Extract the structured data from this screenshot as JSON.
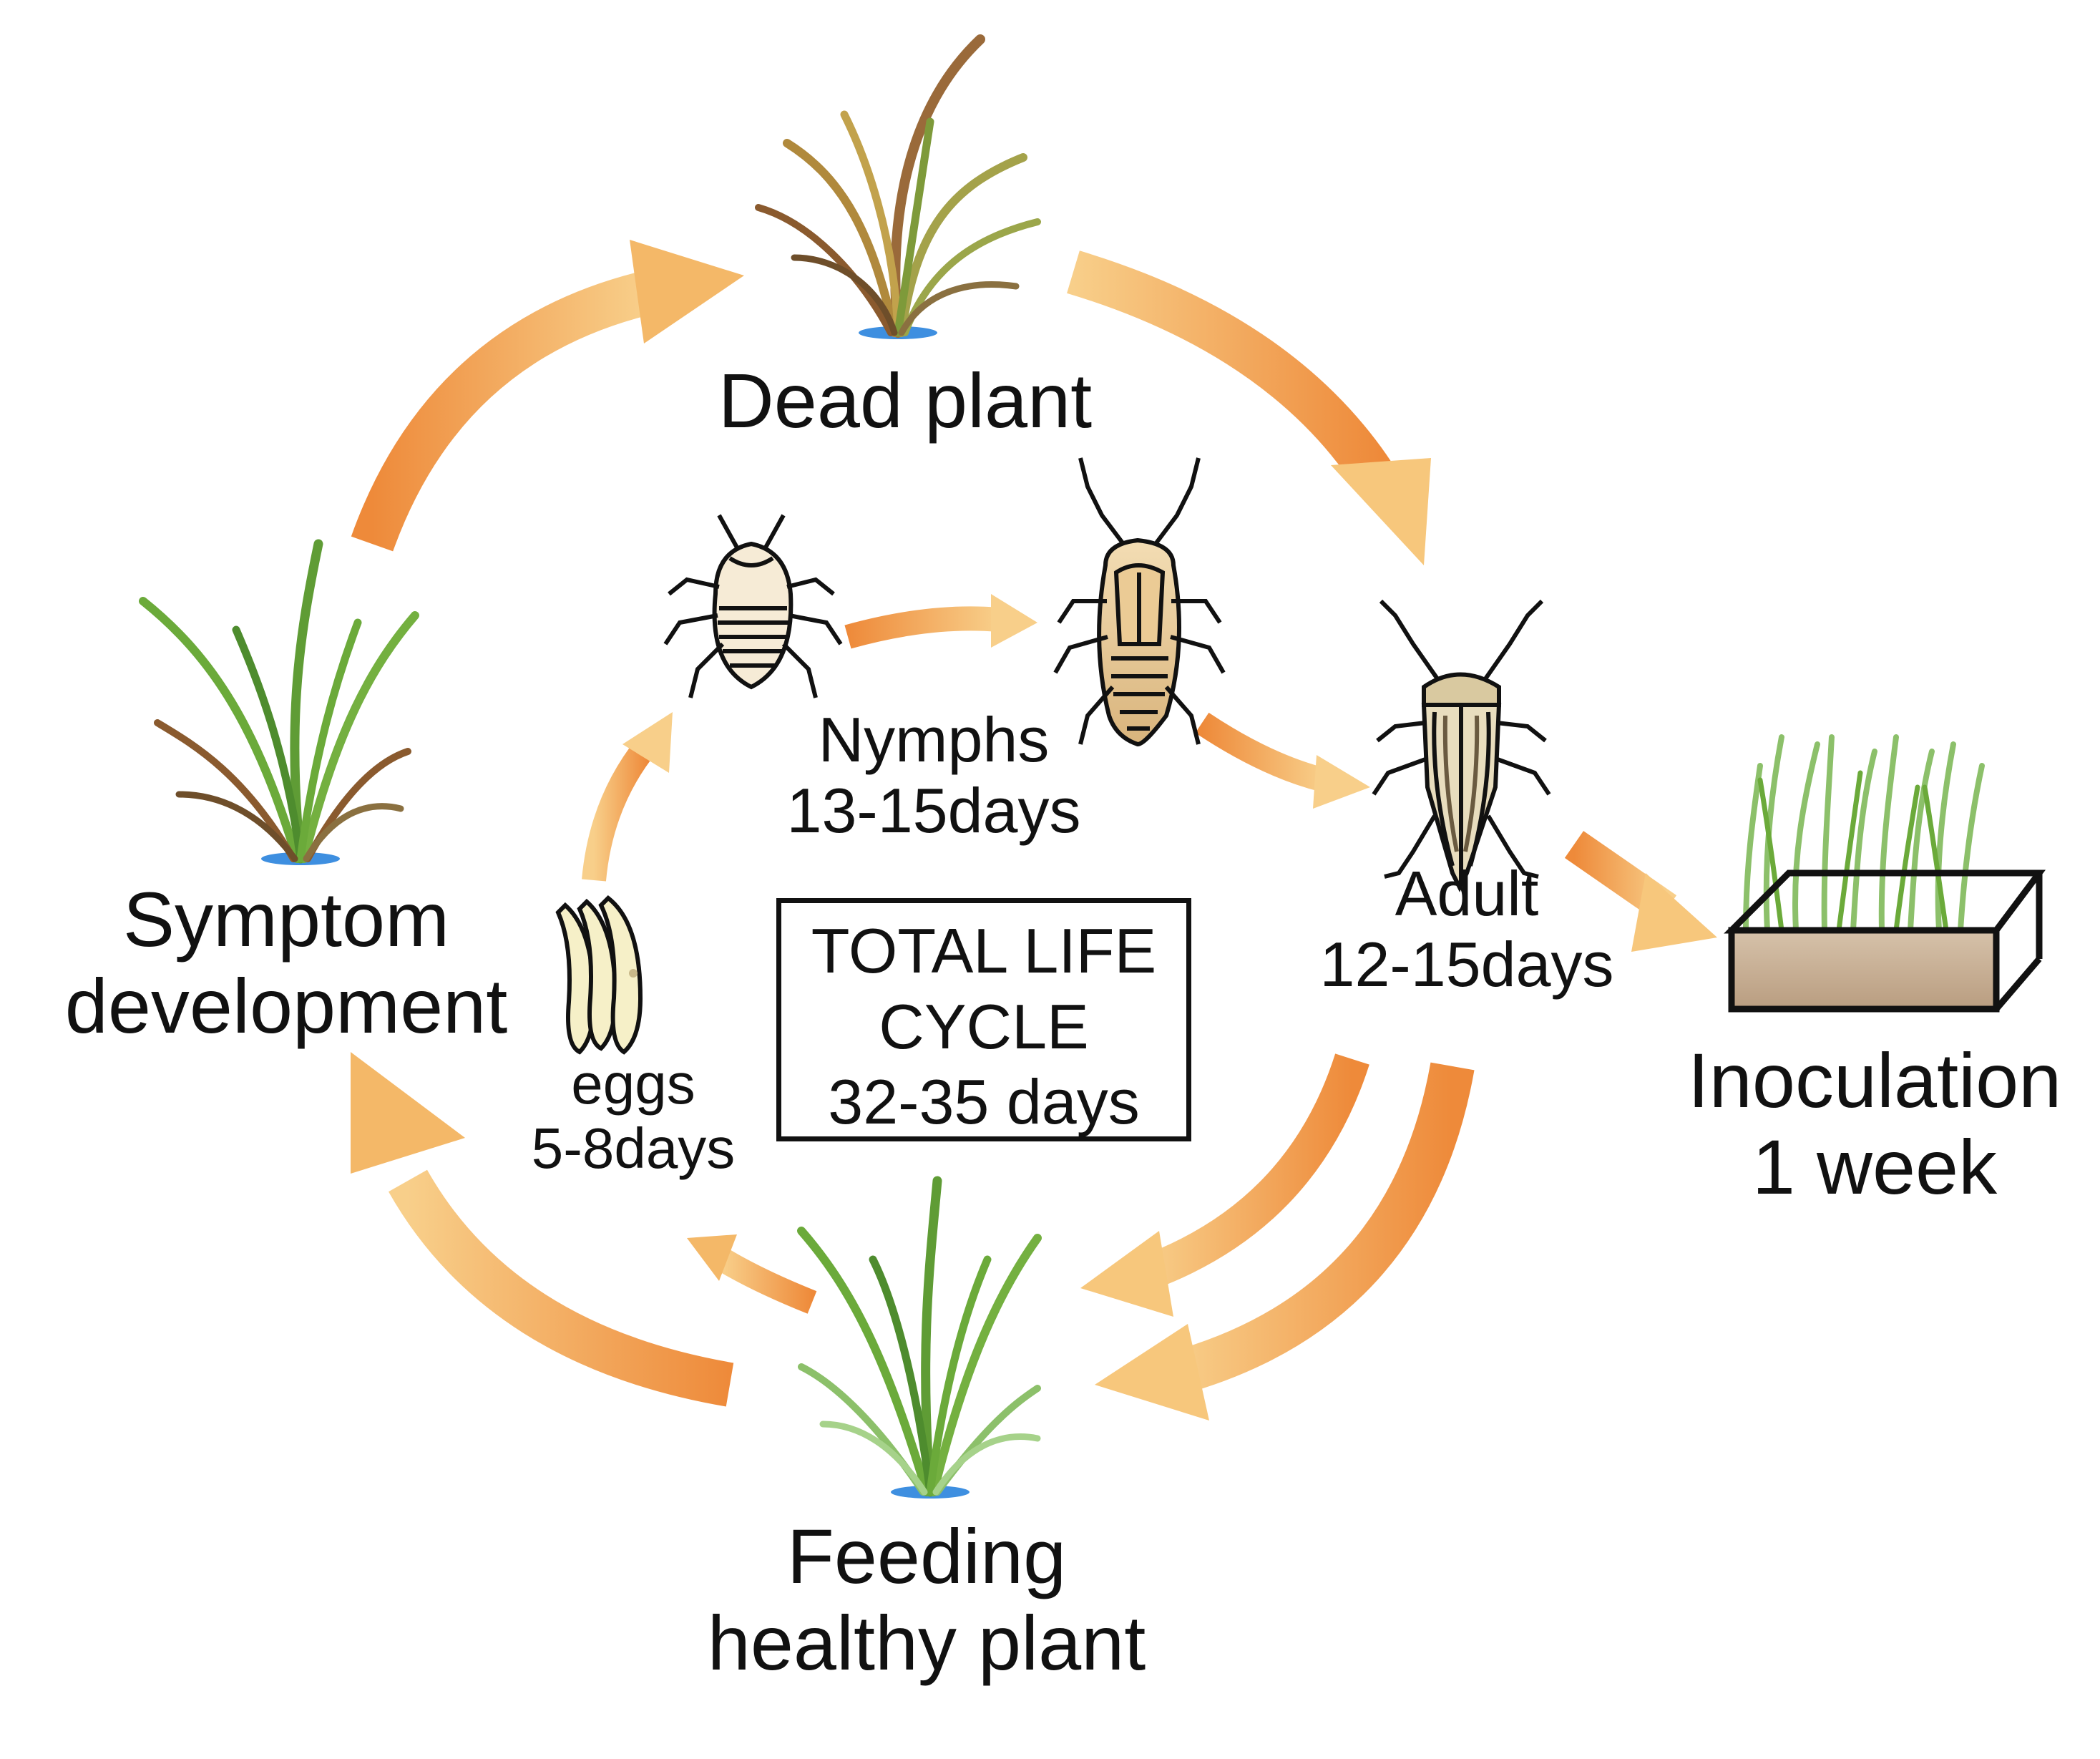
{
  "title": "",
  "stages": {
    "dead_plant": "Dead plant",
    "symptom": [
      "Symptom",
      "development"
    ],
    "feeding": [
      "Feeding",
      "healthy plant"
    ],
    "inoculation": [
      "Inoculation",
      "1 week"
    ]
  },
  "insect": {
    "nymphs": [
      "Nymphs",
      "13-15days"
    ],
    "adult": [
      "Adult",
      "12-15days"
    ],
    "eggs": [
      "eggs",
      "5-8days"
    ]
  },
  "total": [
    "TOTAL LIFE",
    "CYCLE",
    "32-35 days"
  ],
  "colors": {
    "arrow_dark": "#EE8A3A",
    "arrow_light": "#F8CF8A",
    "grass_green": "#6BAA3A",
    "grass_brown": "#8A5A2E",
    "water": "#3E8FE0",
    "soil": "#C9B299"
  },
  "icons": [
    "grass-dead-icon",
    "grass-symptom-icon",
    "grass-healthy-icon",
    "nymph-small-icon",
    "nymph-large-icon",
    "adult-leafhopper-icon",
    "eggs-icon",
    "seedling-tray-icon"
  ]
}
